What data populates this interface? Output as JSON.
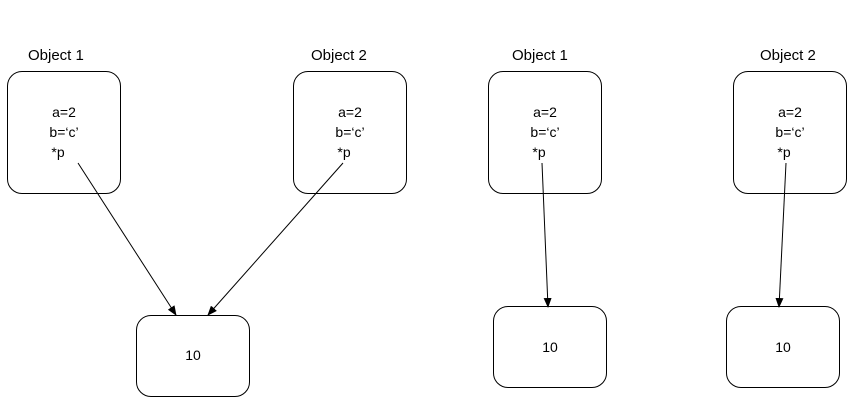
{
  "left_diagram": {
    "object1": {
      "title": "Object 1",
      "fields": [
        "a=2",
        "b=‘c’",
        "*p"
      ]
    },
    "object2": {
      "title": "Object 2",
      "fields": [
        "a=2",
        "b=‘c’",
        "*p"
      ]
    },
    "shared_value": "10"
  },
  "right_diagram": {
    "object1": {
      "title": "Object 1",
      "fields": [
        "a=2",
        "b=‘c’",
        "*p"
      ]
    },
    "object2": {
      "title": "Object 2",
      "fields": [
        "a=2",
        "b=‘c’",
        "*p"
      ]
    },
    "value1": "10",
    "value2": "10"
  },
  "colors": {
    "stroke": "#000000",
    "background": "#ffffff"
  }
}
